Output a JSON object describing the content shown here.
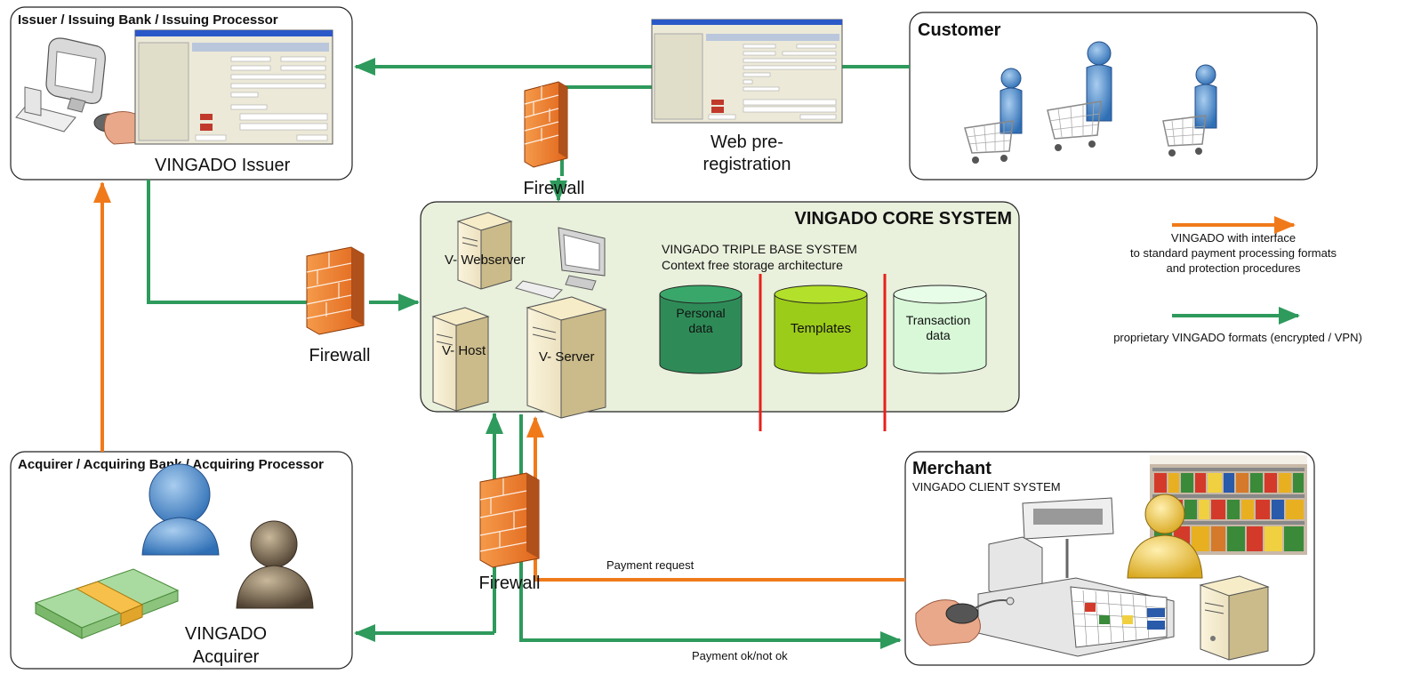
{
  "colors": {
    "orange": "#f07a1a",
    "green": "#2e9a5c",
    "core_bg": "#e9f0dc",
    "red_divider": "#e8201a",
    "db_dark": "#2e8b57",
    "db_lime": "#9ccc1a",
    "db_light": "#d8f8d8",
    "firewall": "#f07a2a"
  },
  "issuer": {
    "title": "Issuer / Issuing Bank / Issuing Processor",
    "label": "VINGADO Issuer"
  },
  "customer": {
    "title": "Customer"
  },
  "web_prereg": {
    "label_line1": "Web pre-",
    "label_line2": "registration"
  },
  "core": {
    "title": "VINGADO CORE SYSTEM",
    "triple_line1": "VINGADO TRIPLE BASE SYSTEM",
    "triple_line2": "Context free storage architecture",
    "webserver": "V- Webserver",
    "host": "V- Host",
    "server": "V- Server",
    "db_personal_line1": "Personal",
    "db_personal_line2": "data",
    "db_templates": "Templates",
    "db_transaction_line1": "Transaction",
    "db_transaction_line2": "data"
  },
  "firewalls": {
    "top": "Firewall",
    "left": "Firewall",
    "bottom": "Firewall"
  },
  "legend": {
    "orange_line1": "VINGADO with interface",
    "orange_line2": "to standard payment processing formats",
    "orange_line3": "and protection procedures",
    "green_line1": "proprietary VINGADO formats (encrypted / VPN)"
  },
  "acquirer": {
    "title": "Acquirer / Acquiring Bank / Acquiring Processor",
    "label_line1": "VINGADO",
    "label_line2": "Acquirer"
  },
  "merchant": {
    "title": "Merchant",
    "subtitle": "VINGADO CLIENT SYSTEM"
  },
  "flows": {
    "payment_request": "Payment request",
    "payment_ok": "Payment ok/not ok"
  }
}
